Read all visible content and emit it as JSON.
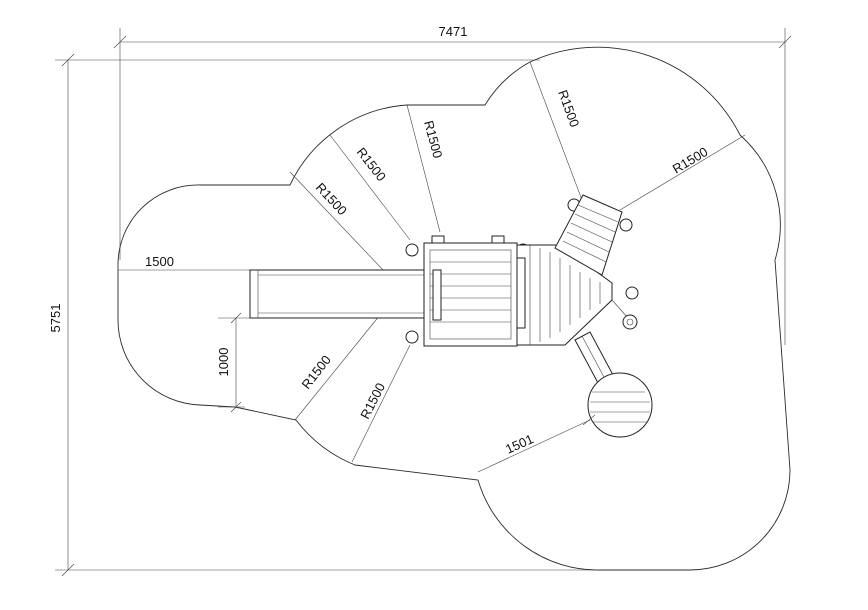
{
  "dimensions": {
    "overall_width": "7471",
    "overall_height": "5751",
    "slide_offset": "1500",
    "slide_length": "1000",
    "radius_1": "R1500",
    "radius_2": "R1500",
    "radius_3": "R1500",
    "radius_4": "R1500",
    "radius_5": "R1500",
    "radius_6": "R1500",
    "radius_7": "R1500",
    "bridge_length": "1501"
  }
}
